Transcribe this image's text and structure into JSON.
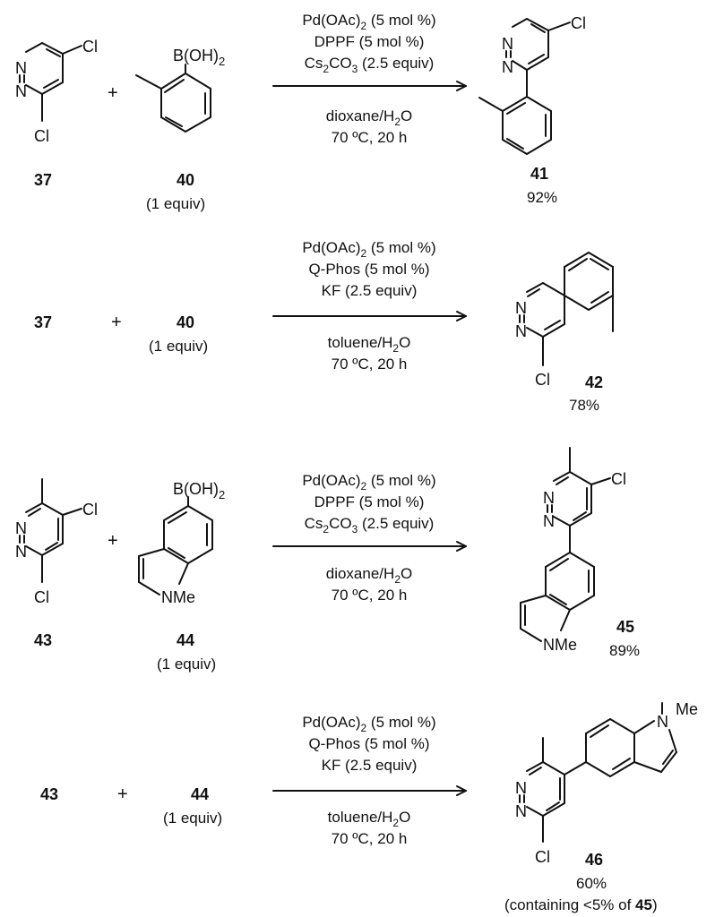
{
  "atoms": {
    "Cl": "Cl",
    "N": "N",
    "NMe": "NMe",
    "N_indole": "N",
    "Me": "Me",
    "boronic_acid": "B(OH)",
    "boronic_sub": "2"
  },
  "plus": "+",
  "equiv_note": "(1 equiv)",
  "reactions": [
    {
      "reagent1": "37",
      "reagent2": "40",
      "conditions_above": [
        {
          "main": "Pd(OAc)",
          "sub": "2",
          "tail": " (5 mol %)"
        },
        {
          "main": "DPPF (5 mol %)"
        },
        {
          "main": "Cs",
          "sub": "2",
          "main2": "CO",
          "sub2": "3",
          "tail": " (2.5 equiv)"
        }
      ],
      "conditions_below": [
        {
          "main": "dioxane/H",
          "sub": "2",
          "tail": "O"
        },
        {
          "main": "70 ºC, 20 h"
        }
      ],
      "product": "41",
      "yield": "92%"
    },
    {
      "reagent1": "37",
      "reagent2": "40",
      "conditions_above": [
        {
          "main": "Pd(OAc)",
          "sub": "2",
          "tail": " (5 mol %)"
        },
        {
          "main": "Q-Phos (5 mol %)"
        },
        {
          "main": "KF (2.5 equiv)"
        }
      ],
      "conditions_below": [
        {
          "main": "toluene/H",
          "sub": "2",
          "tail": "O"
        },
        {
          "main": "70 ºC, 20 h"
        }
      ],
      "product": "42",
      "yield": "78%"
    },
    {
      "reagent1": "43",
      "reagent2": "44",
      "conditions_above": [
        {
          "main": "Pd(OAc)",
          "sub": "2",
          "tail": " (5 mol %)"
        },
        {
          "main": "DPPF (5 mol %)"
        },
        {
          "main": "Cs",
          "sub": "2",
          "main2": "CO",
          "sub2": "3",
          "tail": " (2.5 equiv)"
        }
      ],
      "conditions_below": [
        {
          "main": "dioxane/H",
          "sub": "2",
          "tail": "O"
        },
        {
          "main": "70 ºC, 20 h"
        }
      ],
      "product": "45",
      "yield": "89%"
    },
    {
      "reagent1": "43",
      "reagent2": "44",
      "conditions_above": [
        {
          "main": "Pd(OAc)",
          "sub": "2",
          "tail": " (5 mol %)"
        },
        {
          "main": "Q-Phos (5 mol %)"
        },
        {
          "main": "KF (2.5 equiv)"
        }
      ],
      "conditions_below": [
        {
          "main": "toluene/H",
          "sub": "2",
          "tail": "O"
        },
        {
          "main": "70 ºC, 20 h"
        }
      ],
      "product": "46",
      "yield": "60%",
      "yield_note_prefix": "(containing <5% of ",
      "yield_note_ref": "45",
      "yield_note_suffix": ")"
    }
  ]
}
